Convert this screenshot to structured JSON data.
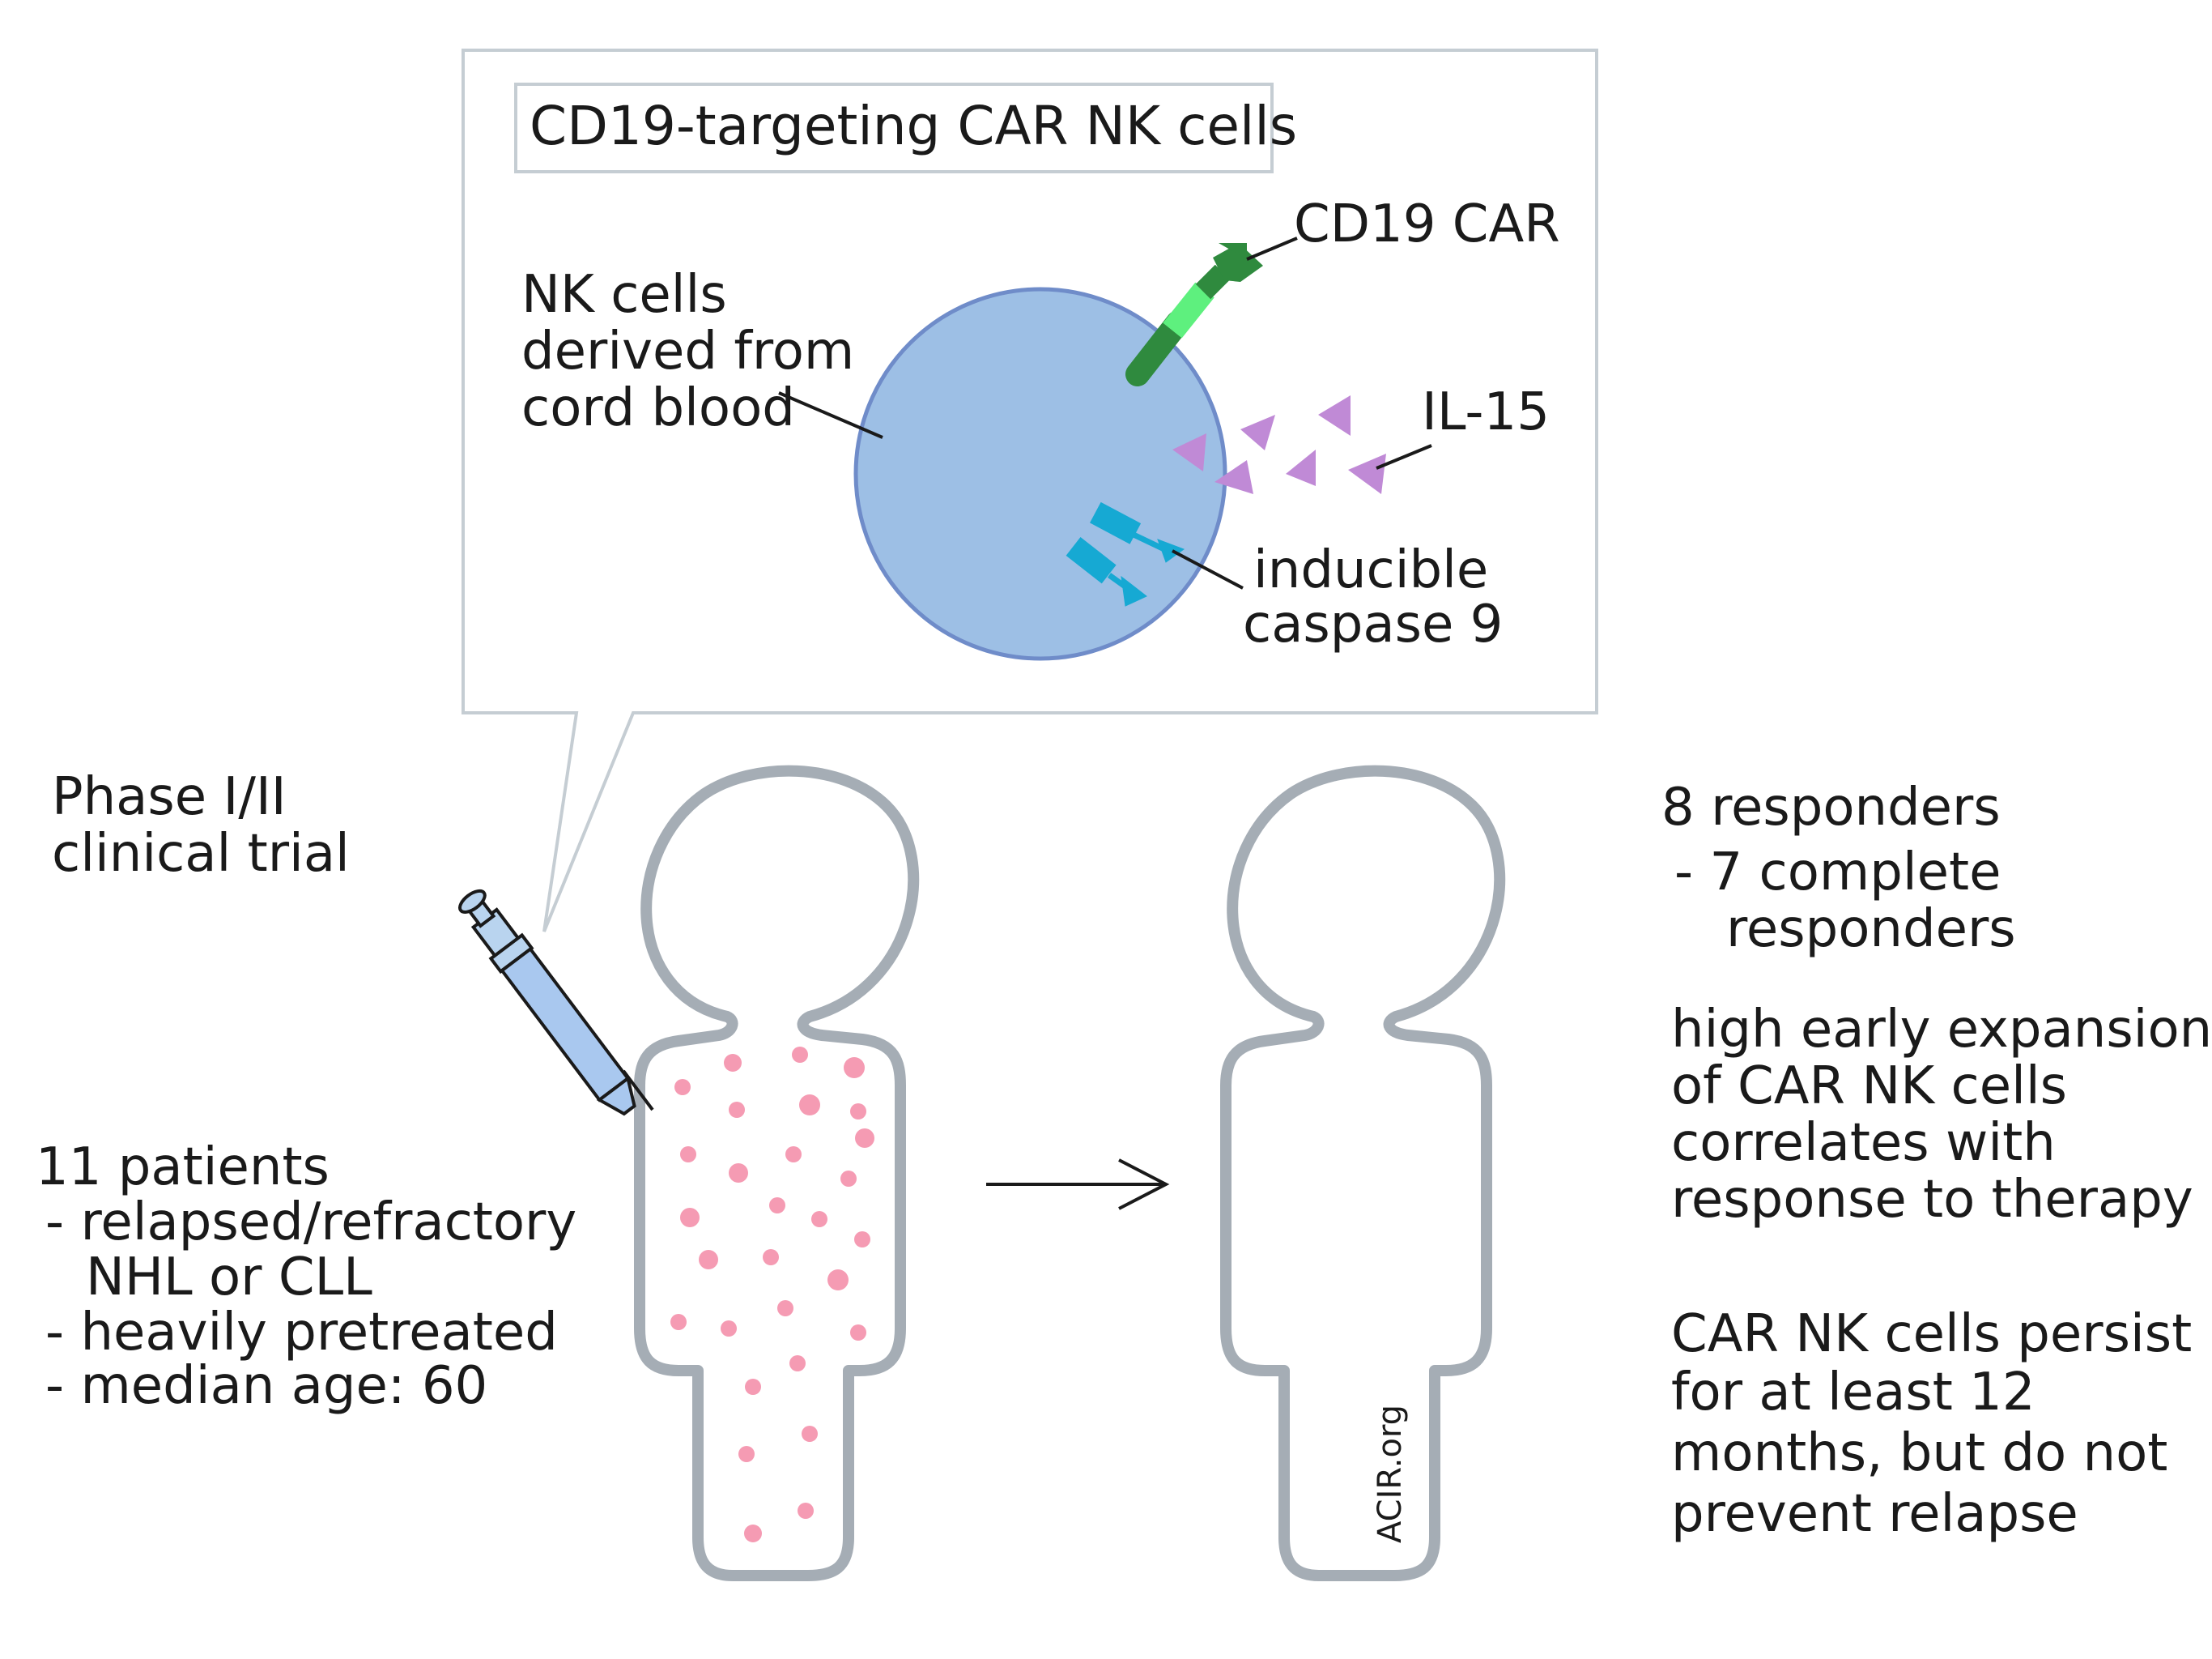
{
  "callout": {
    "title": "CD19-targeting CAR NK cells",
    "nk_cells_label": [
      "NK cells",
      "derived from",
      "cord blood"
    ],
    "car_label": "CD19 CAR",
    "il15_label": "IL-15",
    "caspase_label": [
      "inducible",
      "caspase 9"
    ]
  },
  "trial": {
    "phase_lines": [
      "Phase I/II",
      "clinical trial"
    ],
    "patients_lines": [
      "11 patients",
      "- relapsed/refractory",
      "NHL or CLL",
      "- heavily pretreated",
      "- median age: 60"
    ]
  },
  "outcomes": {
    "responders_lines": [
      "8 responders",
      "- 7 complete",
      "responders"
    ],
    "expansion_lines": [
      "high early expansion",
      "of CAR NK cells",
      "correlates with",
      "response to therapy"
    ],
    "persistence_lines": [
      "CAR NK cells persist",
      "for at least 12",
      "months, but do not",
      "prevent relapse"
    ]
  },
  "watermark": "ACIR.org",
  "colors": {
    "nk_cell_fill": "#9dbfe5",
    "nk_cell_stroke": "#6f8cc9",
    "car_light": "#5ef07e",
    "car_dark": "#2f8a3e",
    "il15": "#c08ad6",
    "caspase": "#16a9d3",
    "body_outline": "#a5adb5",
    "tumor_dots": "#f59bb3",
    "callout_border": "#c5cdd3",
    "syringe": "#a9c8ef"
  }
}
